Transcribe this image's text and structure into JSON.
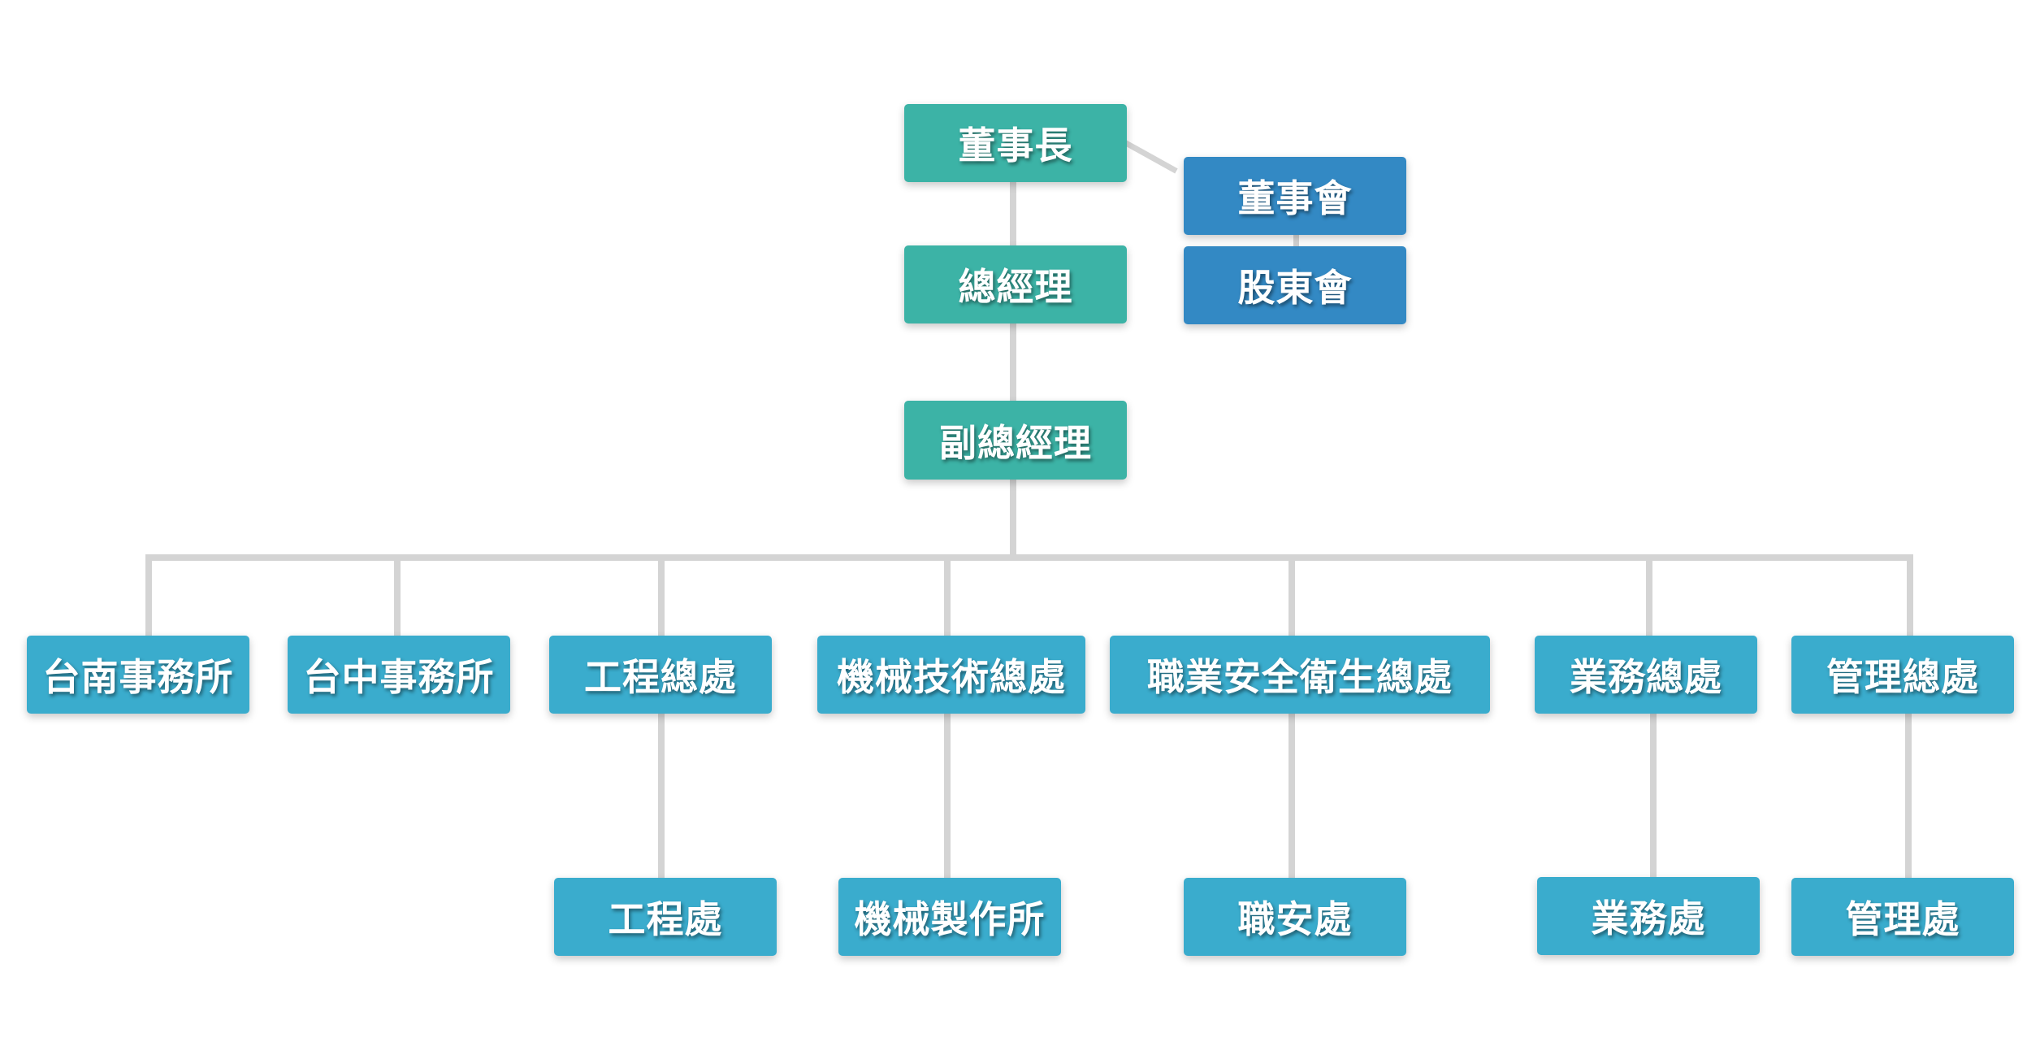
{
  "colors": {
    "teal": "#3cb3a6",
    "blue": "#3389c4",
    "cyan": "#3aaccd",
    "connector": "#d4d4d4"
  },
  "top": {
    "chairman": "董事長",
    "board": "董事會",
    "shareholders": "股東會",
    "general_manager": "總經理",
    "deputy_general_manager": "副總經理"
  },
  "divisions": {
    "tainan_office": "台南事務所",
    "taichung_office": "台中事務所",
    "engineering_general": "工程總處",
    "machinery_tech_general": "機械技術總處",
    "occupational_safety_general": "職業安全衛生總處",
    "business_general": "業務總處",
    "management_general": "管理總處"
  },
  "subunits": {
    "engineering": "工程處",
    "machinery_works": "機械製作所",
    "occupational_safety": "職安處",
    "business": "業務處",
    "management": "管理處"
  }
}
